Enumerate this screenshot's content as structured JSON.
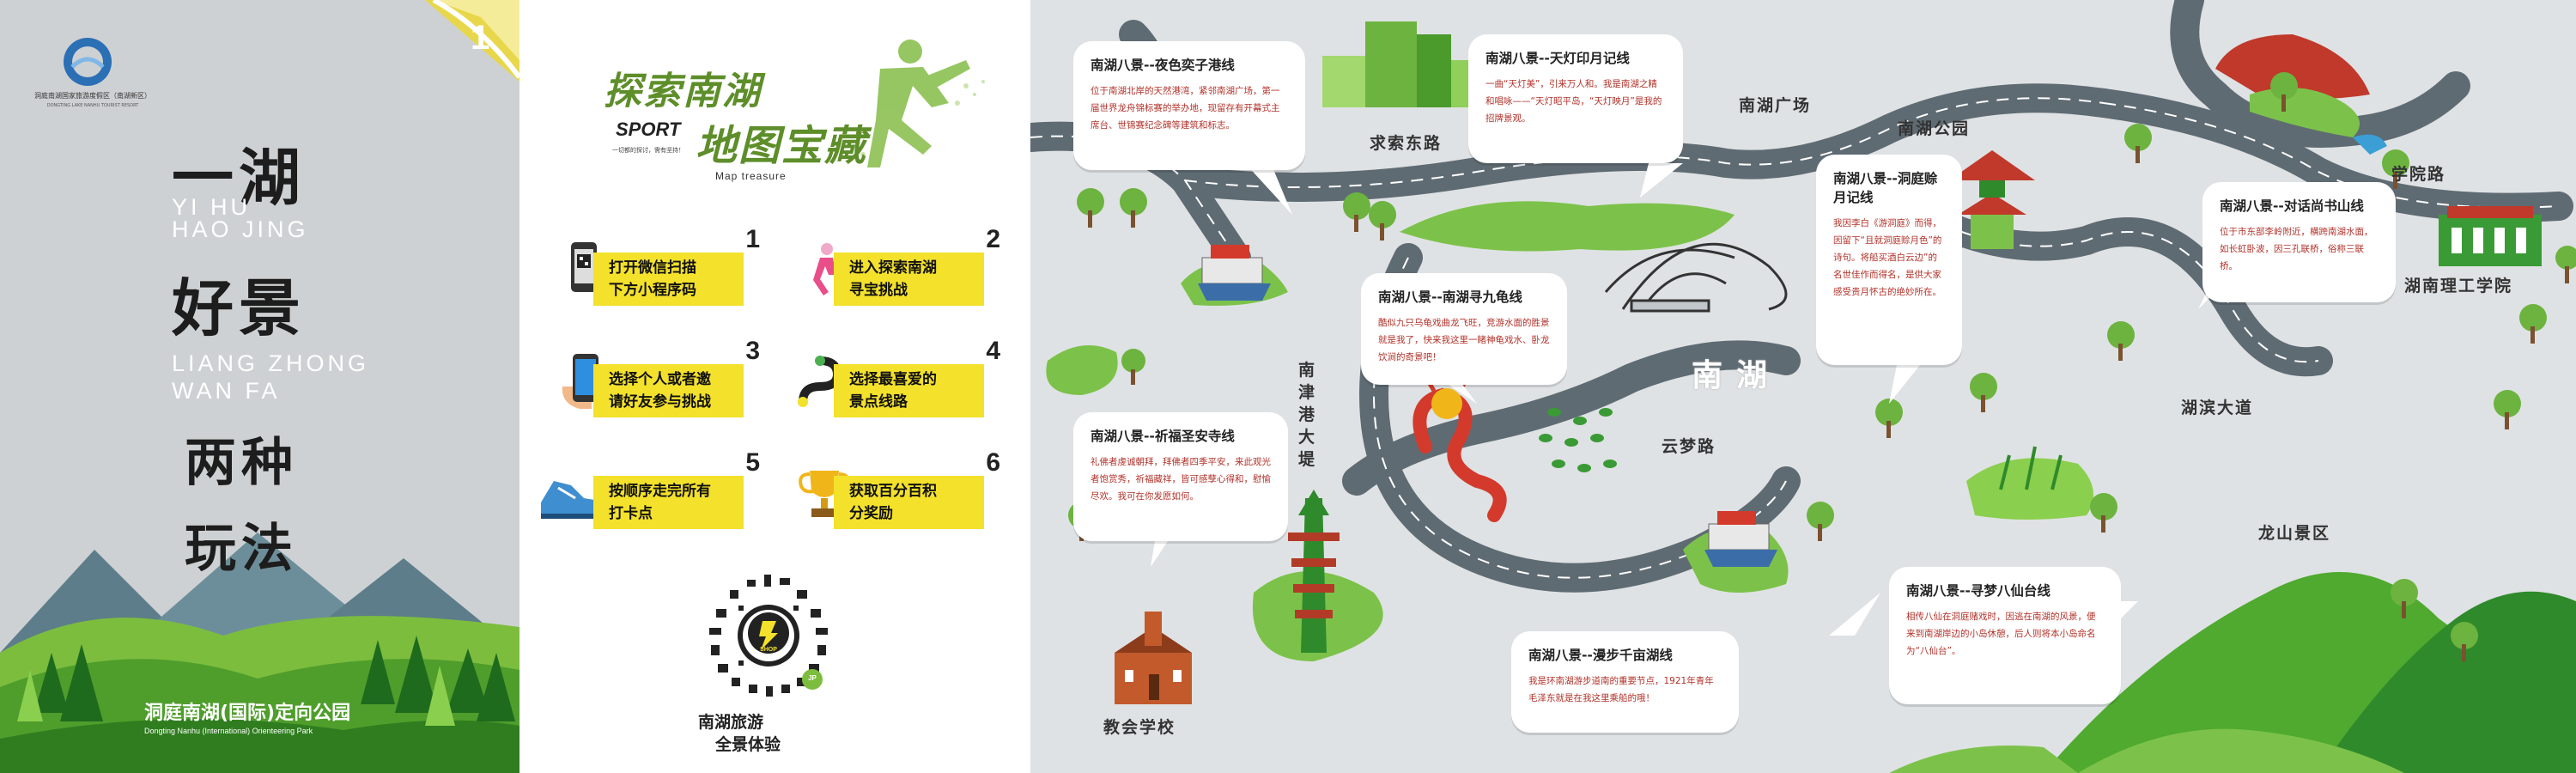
{
  "cover": {
    "page_number": "1",
    "org_text": "洞庭南湖国家旅游度假区（南湖新区）",
    "org_text_en": "DONGTING LAKE NANHU TOURIST RESORT",
    "title_chars": [
      "一湖",
      "好景",
      "两种",
      "玩法"
    ],
    "pinyin": [
      "YI HU",
      "HAO JING",
      "LIANG ZHONG",
      "WAN FA"
    ],
    "park_name": "洞庭南湖(国际)定向公园",
    "park_name_en": "Dongting Nanhu (International) Orienteering Park"
  },
  "guide": {
    "headline_1": "探索南湖",
    "headline_2": "地图宝藏",
    "sport_word": "SPORT",
    "sport_sub": "一切都的探讨，需有坚持！",
    "map_treasure": "Map treasure",
    "steps": [
      {
        "num": "1",
        "text": "打开微信扫描\n下方小程序码",
        "icon": "phone-qr-icon"
      },
      {
        "num": "2",
        "text": "进入探索南湖\n寻宝挑战",
        "icon": "runner-icon"
      },
      {
        "num": "3",
        "text": "选择个人或者邀\n请好友参与挑战",
        "icon": "hand-phone-icon"
      },
      {
        "num": "4",
        "text": "选择最喜爱的\n景点线路",
        "icon": "route-icon"
      },
      {
        "num": "5",
        "text": "按顺序走完所有\n打卡点",
        "icon": "shoe-icon"
      },
      {
        "num": "6",
        "text": "获取百分百积\n分奖励",
        "icon": "trophy-icon"
      }
    ],
    "qr_caption_1": "南湖旅游",
    "qr_caption_2": "全景体验",
    "qr_center": "SHOP",
    "qr_badge": "JP"
  },
  "map": {
    "lake_label": "南湖",
    "roads": [
      {
        "key": "qiusuo",
        "text": "求索东路"
      },
      {
        "key": "guangchang",
        "text": "南湖广场"
      },
      {
        "key": "gongyuan",
        "text": "南湖公园"
      },
      {
        "key": "xueyuan",
        "text": "学院路"
      },
      {
        "key": "ligong",
        "text": "湖南理工学院"
      },
      {
        "key": "hubin",
        "text": "湖滨大道"
      },
      {
        "key": "yunmeng",
        "text": "云梦路"
      },
      {
        "key": "longshan",
        "text": "龙山景区"
      },
      {
        "key": "jiaohui",
        "text": "教会学校"
      },
      {
        "key": "nanjin",
        "text": "南津港大堤"
      }
    ],
    "spots": [
      {
        "key": "s1",
        "title": "南湖八景--夜色奕子港线",
        "body": "位于南湖北岸的天然港湾，紧邻南湖广场，第一届世界龙舟锦标赛的举办地，现留存有开幕式主席台、世锦赛纪念碑等建筑和标志。"
      },
      {
        "key": "s2",
        "title": "南湖八景--天灯印月记线",
        "body": "一曲“天灯美”，引来万人和。我是南湖之精和唱咏——“天灯昭平岛，“天灯映月”是我的招牌景观。"
      },
      {
        "key": "s3",
        "title": "南湖八景--洞庭赊月记线",
        "body": "我因李白《游洞庭》而得，因留下“且就洞庭赊月色”的诗句。将船买酒白云边”的名世佳作而得名，是供大家感受贵月怀古的绝妙所在。"
      },
      {
        "key": "s4",
        "title": "南湖八景--对话尚书山线",
        "body": "位于市东部李岭附近，横跨南湖水面，如长虹卧波，因三孔联桥，俗称三联桥。"
      },
      {
        "key": "s5",
        "title": "南湖八景--南湖寻九龟线",
        "body": "酷似九只乌龟戏曲龙飞旺，竞游水面的胜景就是我了，快来我这里一睹神龟戏水、卧龙饮涧的奇景吧！"
      },
      {
        "key": "s6",
        "title": "南湖八景--祈福圣安寺线",
        "body": "礼佛者虔诚朝拜，拜佛者四季平安，来此观光者饱赏秀，祈福藏祥，皆可感孽心得和，慰愉尽欢。我可在你发愿如何。"
      },
      {
        "key": "s7",
        "title": "南湖八景--寻梦八仙台线",
        "body": "相传八仙在洞庭赌戏时，因逃在南湖的风景，便来到南湖岸边的小岛休憩，后人则将本小岛命名为“八仙台”。"
      },
      {
        "key": "s8",
        "title": "南湖八景--漫步千亩湖线",
        "body": "我是环南湖游步道南的重要节点，1921年青年毛泽东就是在我这里乘船的哦！"
      }
    ]
  },
  "colors": {
    "yellow": "#f3e12b",
    "green_dark": "#1f8a2b",
    "green_light": "#7cc24a",
    "road": "#5f6b73",
    "lake": "#e3e6e8",
    "bubble_title": "#222222",
    "bubble_body": "#b1322a"
  }
}
